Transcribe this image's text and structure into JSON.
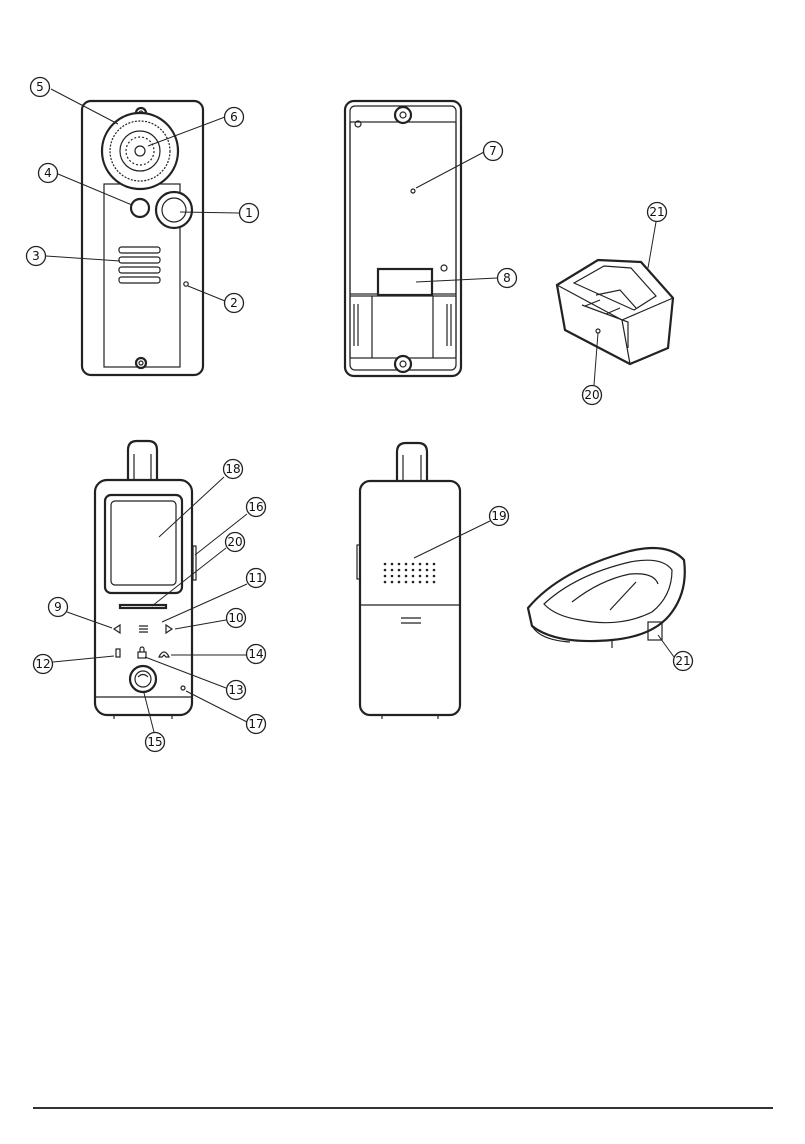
{
  "callouts": {
    "c1": "1",
    "c2": "2",
    "c3": "3",
    "c4": "4",
    "c5": "5",
    "c6": "6",
    "c7": "7",
    "c8": "8",
    "c9": "9",
    "c10": "10",
    "c11": "11",
    "c12": "12",
    "c13": "13",
    "c14": "14",
    "c15": "15",
    "c16": "16",
    "c17": "17",
    "c18": "18",
    "c19": "19",
    "c20": "20",
    "c21": "21",
    "c20b": "20",
    "c21b": "21"
  },
  "colors": {
    "line": "#222222",
    "background": "#ffffff"
  }
}
